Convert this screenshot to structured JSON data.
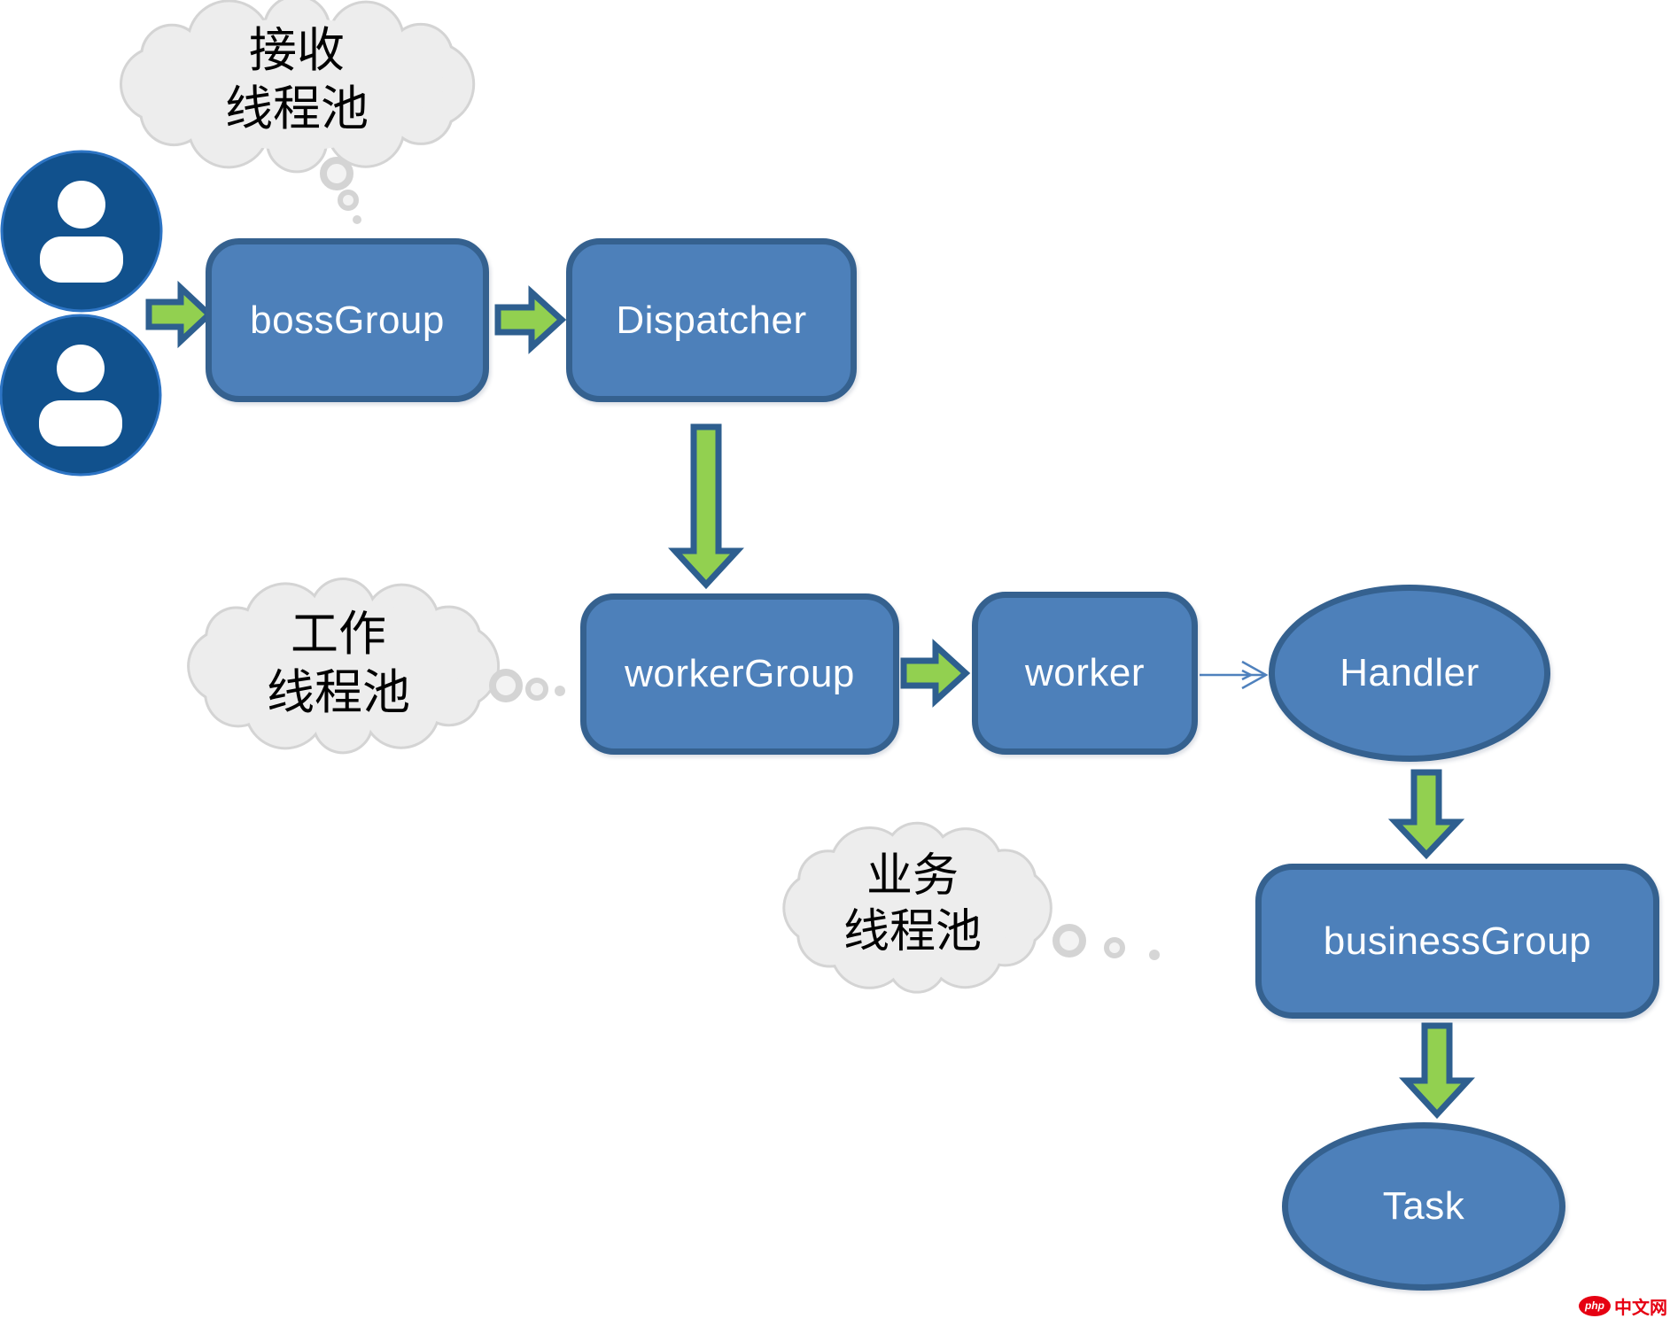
{
  "diagram": {
    "colors": {
      "node_fill": "#4d80ba",
      "node_border": "#35618f",
      "arrow_fill": "#92d050",
      "arrow_border": "#2e5f8f",
      "cloud_fill": "#ededed",
      "cloud_border": "#d4d4d4",
      "avatar_fill": "#11518d",
      "avatar_border": "#2d74c4",
      "label_color": "#ffffff",
      "cloud_text_color": "#000000",
      "connector_color": "#4f81bd",
      "watermark_red": "#e60012",
      "background": "#ffffff"
    },
    "clouds": [
      {
        "id": "receive-pool",
        "lines": [
          "接收",
          "线程池"
        ]
      },
      {
        "id": "work-pool",
        "lines": [
          "工作",
          "线程池"
        ]
      },
      {
        "id": "business-pool",
        "lines": [
          "业务",
          "线程池"
        ]
      }
    ],
    "nodes": [
      {
        "id": "bossGroup",
        "label": "bossGroup",
        "shape": "rect"
      },
      {
        "id": "dispatcher",
        "label": "Dispatcher",
        "shape": "rect"
      },
      {
        "id": "workerGroup",
        "label": "workerGroup",
        "shape": "rect"
      },
      {
        "id": "worker",
        "label": "worker",
        "shape": "rect"
      },
      {
        "id": "handler",
        "label": "Handler",
        "shape": "ellipse"
      },
      {
        "id": "businessGroup",
        "label": "businessGroup",
        "shape": "rect"
      },
      {
        "id": "task",
        "label": "Task",
        "shape": "ellipse"
      }
    ],
    "watermark": {
      "badge": "php",
      "text": "中文网"
    }
  }
}
